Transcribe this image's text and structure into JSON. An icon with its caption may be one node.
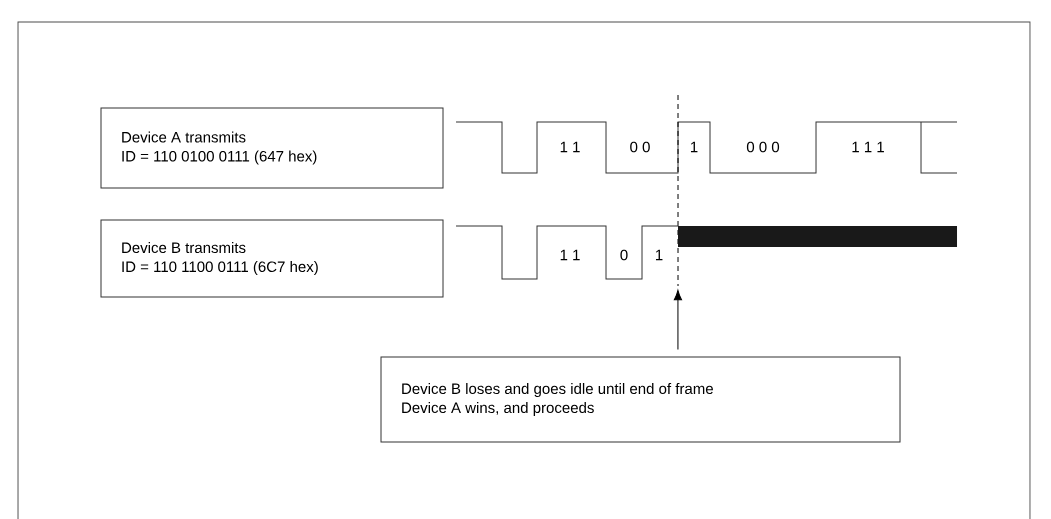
{
  "diagram": {
    "nodes": [
      {
        "text": [
          "Device A transmits",
          "ID = 110 0100 0111 (647 hex)"
        ]
      },
      {
        "text": [
          "Device B transmits",
          "ID = 110 1100 0111 (6C7 hex)"
        ]
      },
      {
        "text": [
          "Device B loses and goes idle until end of frame",
          "Device A wins, and proceeds"
        ]
      },
      {
        "text": [],
        "shape": "picture"
      }
    ],
    "edges": [
      {
        "from": 2,
        "to": 3,
        "arrow": "to"
      }
    ],
    "labels": [
      "1 1",
      "0 0",
      "1",
      "0 0 0",
      "1 1 1",
      "1 1",
      "0",
      "1"
    ]
  }
}
